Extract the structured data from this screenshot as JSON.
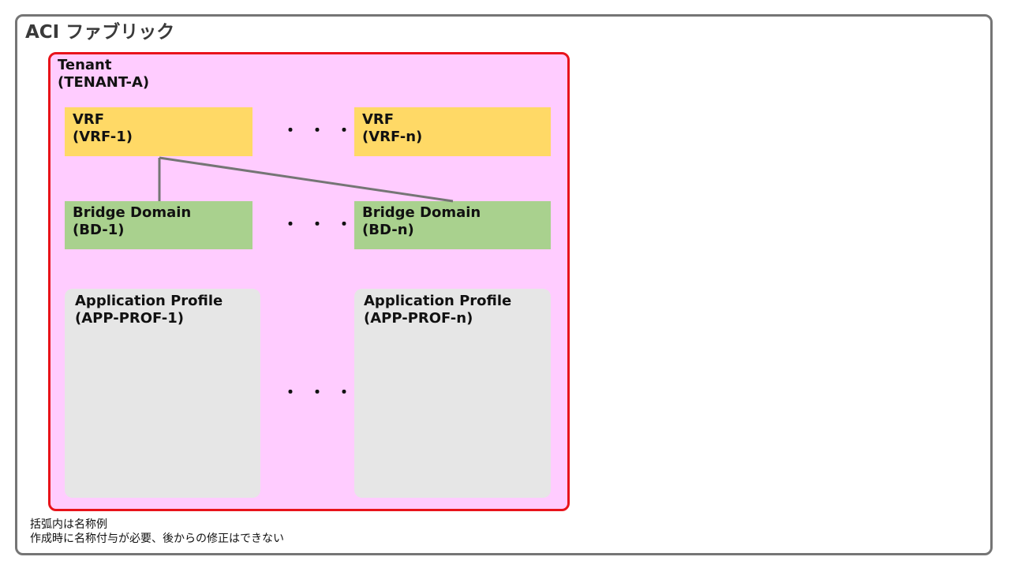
{
  "fabric": {
    "title": "ACI ファブリック"
  },
  "tenant": {
    "line1": "Tenant",
    "line2": "(TENANT-A)"
  },
  "vrfs": [
    {
      "line1": "VRF",
      "line2": "(VRF-1)"
    },
    {
      "line1": "VRF",
      "line2": "(VRF-n)"
    }
  ],
  "bridge_domains": [
    {
      "line1": "Bridge Domain",
      "line2": "(BD-1)"
    },
    {
      "line1": "Bridge Domain",
      "line2": "(BD-n)"
    }
  ],
  "app_profiles": [
    {
      "line1": "Application Profile",
      "line2": "(APP-PROF-1)"
    },
    {
      "line1": "Application Profile",
      "line2": "(APP-PROF-n)"
    }
  ],
  "ellipsis": "・・・",
  "notes": [
    "括弧内は名称例",
    "作成時に名称付与が必要、後からの修正はできない"
  ],
  "colors": {
    "fabric_border": "#757575",
    "tenant_border": "#e8131b",
    "tenant_fill": "#ffccff",
    "vrf_fill": "#ffd966",
    "bd_fill": "#a9d18e",
    "ap_fill": "#e6e6e6",
    "connector": "#757575"
  }
}
